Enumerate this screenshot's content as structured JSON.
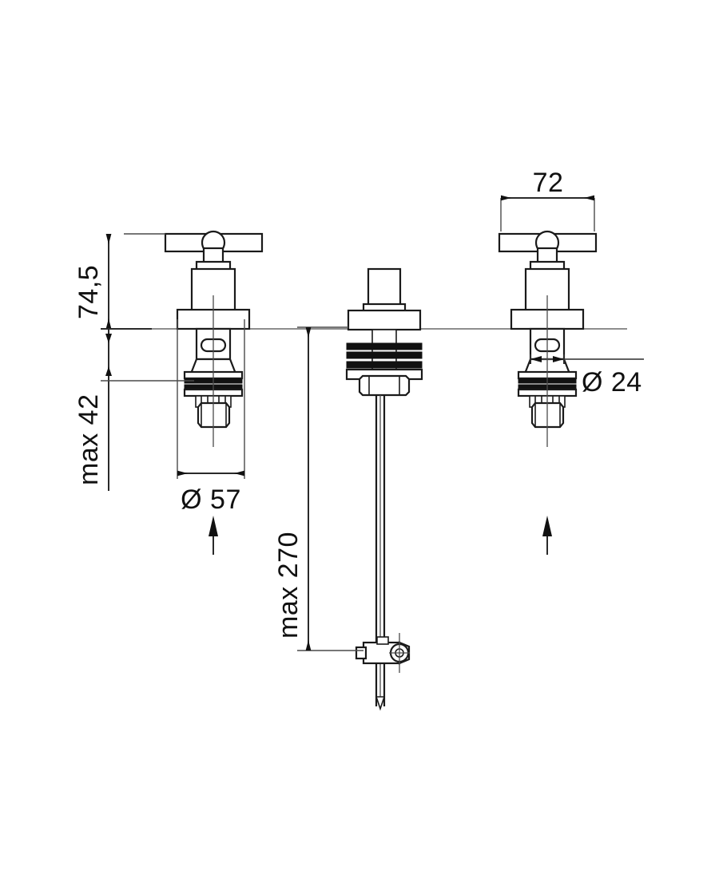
{
  "document": {
    "type": "technical-dimension-drawing",
    "subject": "Three-hole basin mixer tap with cross handles and pop-up waste rod",
    "background_color": "#ffffff",
    "line_color": "#1a1a1a",
    "dimension_color": "#4a4a4a"
  },
  "dimensions": {
    "height_above_surface": {
      "label": "74,5",
      "value": 74.5,
      "unit": "mm",
      "orientation": "vertical",
      "position": "left"
    },
    "depth_below_surface": {
      "label": "max 42",
      "value": 42,
      "unit": "mm",
      "orientation": "vertical",
      "position": "left"
    },
    "flange_diameter": {
      "label": "Ø 57",
      "value": 57,
      "unit": "mm",
      "orientation": "horizontal",
      "position": "below-left-handle"
    },
    "shank_diameter": {
      "label": "Ø 24",
      "value": 24,
      "unit": "mm",
      "orientation": "horizontal",
      "position": "right-of-right-handle"
    },
    "handle_width": {
      "label": "72",
      "value": 72,
      "unit": "mm",
      "orientation": "horizontal",
      "position": "above-right-handle"
    },
    "rod_length": {
      "label": "max 270",
      "value": 270,
      "unit": "mm",
      "orientation": "vertical",
      "position": "center"
    }
  },
  "annotations": {
    "flow_arrow_left": "up-arrow-icon",
    "flow_arrow_right": "up-arrow-icon"
  },
  "components": {
    "left_handle": "cross-handle-valve-left",
    "right_handle": "cross-handle-valve-right",
    "center_assembly": "pop-up-waste-lift-rod",
    "mounting_surface": "mounting-surface-centerline"
  }
}
